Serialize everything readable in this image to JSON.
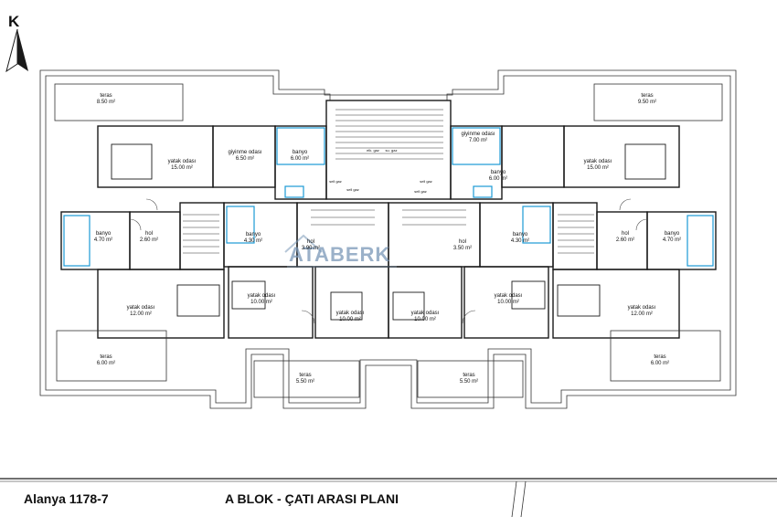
{
  "north_label": "K",
  "logo_text": "ATABERK",
  "title_block": {
    "project": "Alanya 1178-7",
    "sheet_title": "A BLOK - ÇATI ARASI PLANI"
  },
  "rooms": [
    {
      "id": "teras-tl",
      "name": "teras",
      "area": "8.50 m²"
    },
    {
      "id": "teras-tr",
      "name": "teras",
      "area": "9.50 m²"
    },
    {
      "id": "yatak-tl",
      "name": "yatak odası",
      "area": "15.00 m²"
    },
    {
      "id": "giyinme-l",
      "name": "giyinme odası",
      "area": "6.50 m²"
    },
    {
      "id": "banyo-tl",
      "name": "banyo",
      "area": "6.00 m²"
    },
    {
      "id": "giyinme-r",
      "name": "giyinme odası",
      "area": "7.00 m²"
    },
    {
      "id": "yatak-tr",
      "name": "yatak odası",
      "area": "15.00 m²"
    },
    {
      "id": "banyo-tr",
      "name": "banyo",
      "area": "6.00 m²"
    },
    {
      "id": "banyo-ml",
      "name": "banyo",
      "area": "4.70 m²"
    },
    {
      "id": "hol-ml",
      "name": "hol",
      "area": "2.60 m²"
    },
    {
      "id": "banyo-cl",
      "name": "banyo",
      "area": "4.30 m²"
    },
    {
      "id": "hol-cl",
      "name": "hol",
      "area": "3.90 m²"
    },
    {
      "id": "hol-cr",
      "name": "hol",
      "area": "3.50 m²"
    },
    {
      "id": "banyo-cr",
      "name": "banyo",
      "area": "4.30 m²"
    },
    {
      "id": "hol-mr",
      "name": "hol",
      "area": "2.60 m²"
    },
    {
      "id": "banyo-mr",
      "name": "banyo",
      "area": "4.70 m²"
    },
    {
      "id": "yatak-bl",
      "name": "yatak odası",
      "area": "12.00 m²"
    },
    {
      "id": "yatak-cl1",
      "name": "yatak odası",
      "area": "10.00 m²"
    },
    {
      "id": "yatak-cl2",
      "name": "yatak odası",
      "area": "10.00 m²"
    },
    {
      "id": "yatak-cr1",
      "name": "yatak odası",
      "area": "10.00 m²"
    },
    {
      "id": "yatak-cr2",
      "name": "yatak odası",
      "area": "10.00 m²"
    },
    {
      "id": "yatak-br",
      "name": "yatak odası",
      "area": "12.00 m²"
    },
    {
      "id": "teras-bl",
      "name": "teras",
      "area": "6.00 m²"
    },
    {
      "id": "teras-bcl",
      "name": "teras",
      "area": "5.50 m²"
    },
    {
      "id": "teras-bcr",
      "name": "teras",
      "area": "5.50 m²"
    },
    {
      "id": "teras-br",
      "name": "teras",
      "area": "6.00 m²"
    }
  ],
  "small_labels": [
    {
      "id": "sm1",
      "text": "elk. gaz"
    },
    {
      "id": "sm2",
      "text": "su. gaz"
    },
    {
      "id": "sm3",
      "text": "sell gaz"
    },
    {
      "id": "sm4",
      "text": "sell gaz"
    },
    {
      "id": "sm5",
      "text": "sell gaz"
    },
    {
      "id": "sm6",
      "text": "sell gaz"
    }
  ],
  "colors": {
    "line": "#1a1a1a",
    "wet_area": "#1b9ad6",
    "logo": "#7a98b8"
  }
}
